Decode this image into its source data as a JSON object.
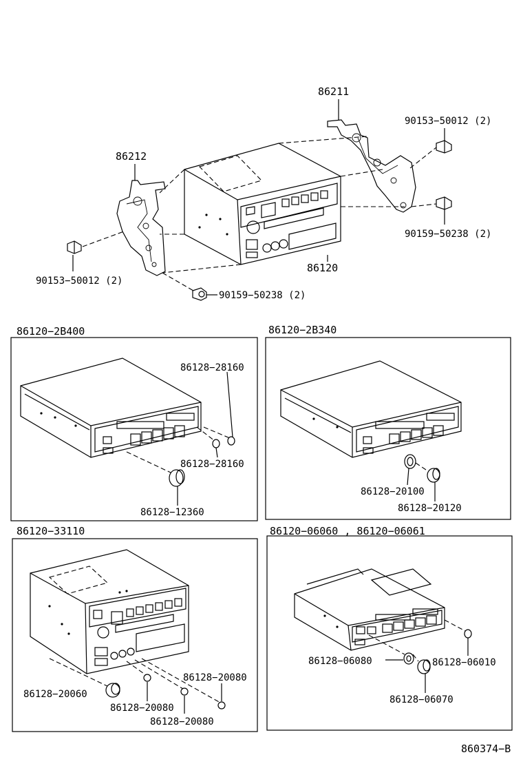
{
  "diagram": {
    "top": {
      "bracket_right": "86211",
      "bracket_left": "86212",
      "radio_unit": "86120",
      "bolt_a_right": "90153−50012 (2)",
      "bolt_b_right": "90159−50238 (2)",
      "bolt_a_left": "90153−50012 (2)",
      "bolt_b_left": "90159−50238 (2)"
    },
    "panels": [
      {
        "title": "86120−2B400",
        "parts": [
          "86128−28160",
          "86128−28160",
          "86128−12360"
        ]
      },
      {
        "title": "86120−2B340",
        "parts": [
          "86128−20100",
          "86128−20120"
        ]
      },
      {
        "title": "86120−33110",
        "parts": [
          "86128−20080",
          "86128−20060",
          "86128−20080",
          "86128−20080"
        ]
      },
      {
        "title": "86120−06060 , 86120−06061",
        "parts": [
          "86128−06080",
          "86128−06010",
          "86128−06070"
        ]
      }
    ],
    "figure_code": "860374−B"
  }
}
